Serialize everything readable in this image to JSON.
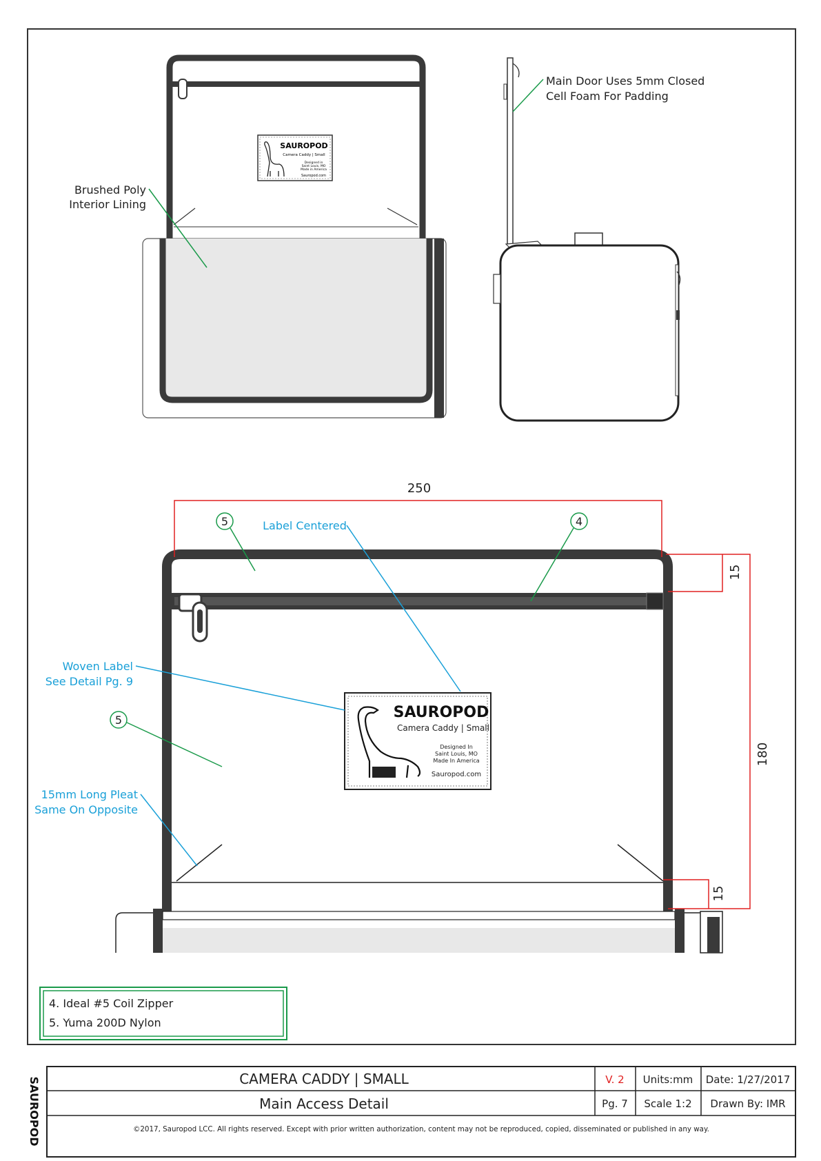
{
  "views": {
    "top_left_label": {
      "line1": "SAUROPOD",
      "line2": "Camera Caddy | Small",
      "line3": "Designed in",
      "line4": "Saint Louis, MO",
      "line5": "Made in America",
      "line6": "Sauropod.com"
    }
  },
  "callouts": {
    "brushed_poly": {
      "line1": "Brushed Poly",
      "line2": "Interior Lining"
    },
    "main_door": {
      "line1": "Main Door Uses 5mm Closed",
      "line2": "Cell Foam For Padding"
    },
    "label_centered": "Label Centered",
    "woven_label": {
      "line1": "Woven Label",
      "line2": "See Detail Pg. 9"
    },
    "pleat": {
      "line1": "15mm Long Pleat",
      "line2": "Same On Opposite"
    },
    "balloon_5": "5",
    "balloon_4": "4"
  },
  "dimensions": {
    "width": "250",
    "height": "180",
    "top_margin": "15",
    "bottom_margin": "15"
  },
  "label_detail": {
    "brand": "SAUROPOD",
    "product": "Camera Caddy | Small",
    "designed": "Designed In",
    "city": "Saint Louis, MO",
    "made": "Made In America",
    "site": "Sauropod.com"
  },
  "notes": {
    "items": [
      "4. Ideal #5 Coil Zipper",
      "5. Yuma 200D Nylon"
    ]
  },
  "title_block": {
    "side_brand": "SAUROPOD",
    "title": "CAMERA CADDY | SMALL",
    "subtitle": "Main Access Detail",
    "version": "V. 2",
    "units": "Units:mm",
    "date": "Date: 1/27/2017",
    "page": "Pg. 7",
    "scale": "Scale 1:2",
    "drawn_by": "Drawn By: IMR",
    "copyright": "©2017, Sauropod LCC. All rights reserved. Except with prior written authorization, content may not be reproduced, copied, disseminated or published in any way."
  },
  "colors": {
    "green": "#1a9a4a",
    "blue": "#1aa0d8",
    "red": "#e02020",
    "frame": "#3a3a3a",
    "lining": "#e8e8e8"
  }
}
